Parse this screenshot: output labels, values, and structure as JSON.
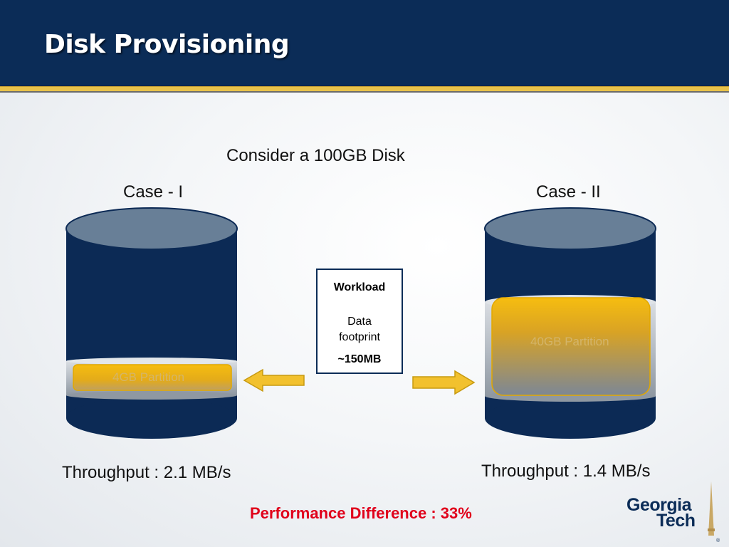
{
  "slide": {
    "title": "Disk Provisioning"
  },
  "main": {
    "subtitle": "Consider a 100GB Disk",
    "case1": {
      "label": "Case - I",
      "partition_label": "4GB Partition",
      "throughput": "Throughput : 2.1 MB/s"
    },
    "case2": {
      "label": "Case - II",
      "partition_label": "40GB Partition",
      "throughput": "Throughput : 1.4 MB/s"
    },
    "workload": {
      "title": "Workload",
      "line1": "Data",
      "line2": "footprint",
      "size": "~150MB"
    },
    "performance": "Performance Difference : 33%"
  },
  "logo": {
    "line1": "Georgia",
    "line2": "Tech"
  },
  "colors": {
    "header_bg": "#0b2c57",
    "accent_gold": "#e8c24a",
    "disk_body": "#0c2a55",
    "disk_top": "#687f97",
    "partition_fill": "#f2b90f",
    "arrow_fill": "#f2c12e",
    "highlight_text": "#e0001b"
  },
  "icons": [
    "disk-cylinder-icon",
    "arrow-left-icon",
    "arrow-right-icon",
    "georgia-tech-logo"
  ]
}
